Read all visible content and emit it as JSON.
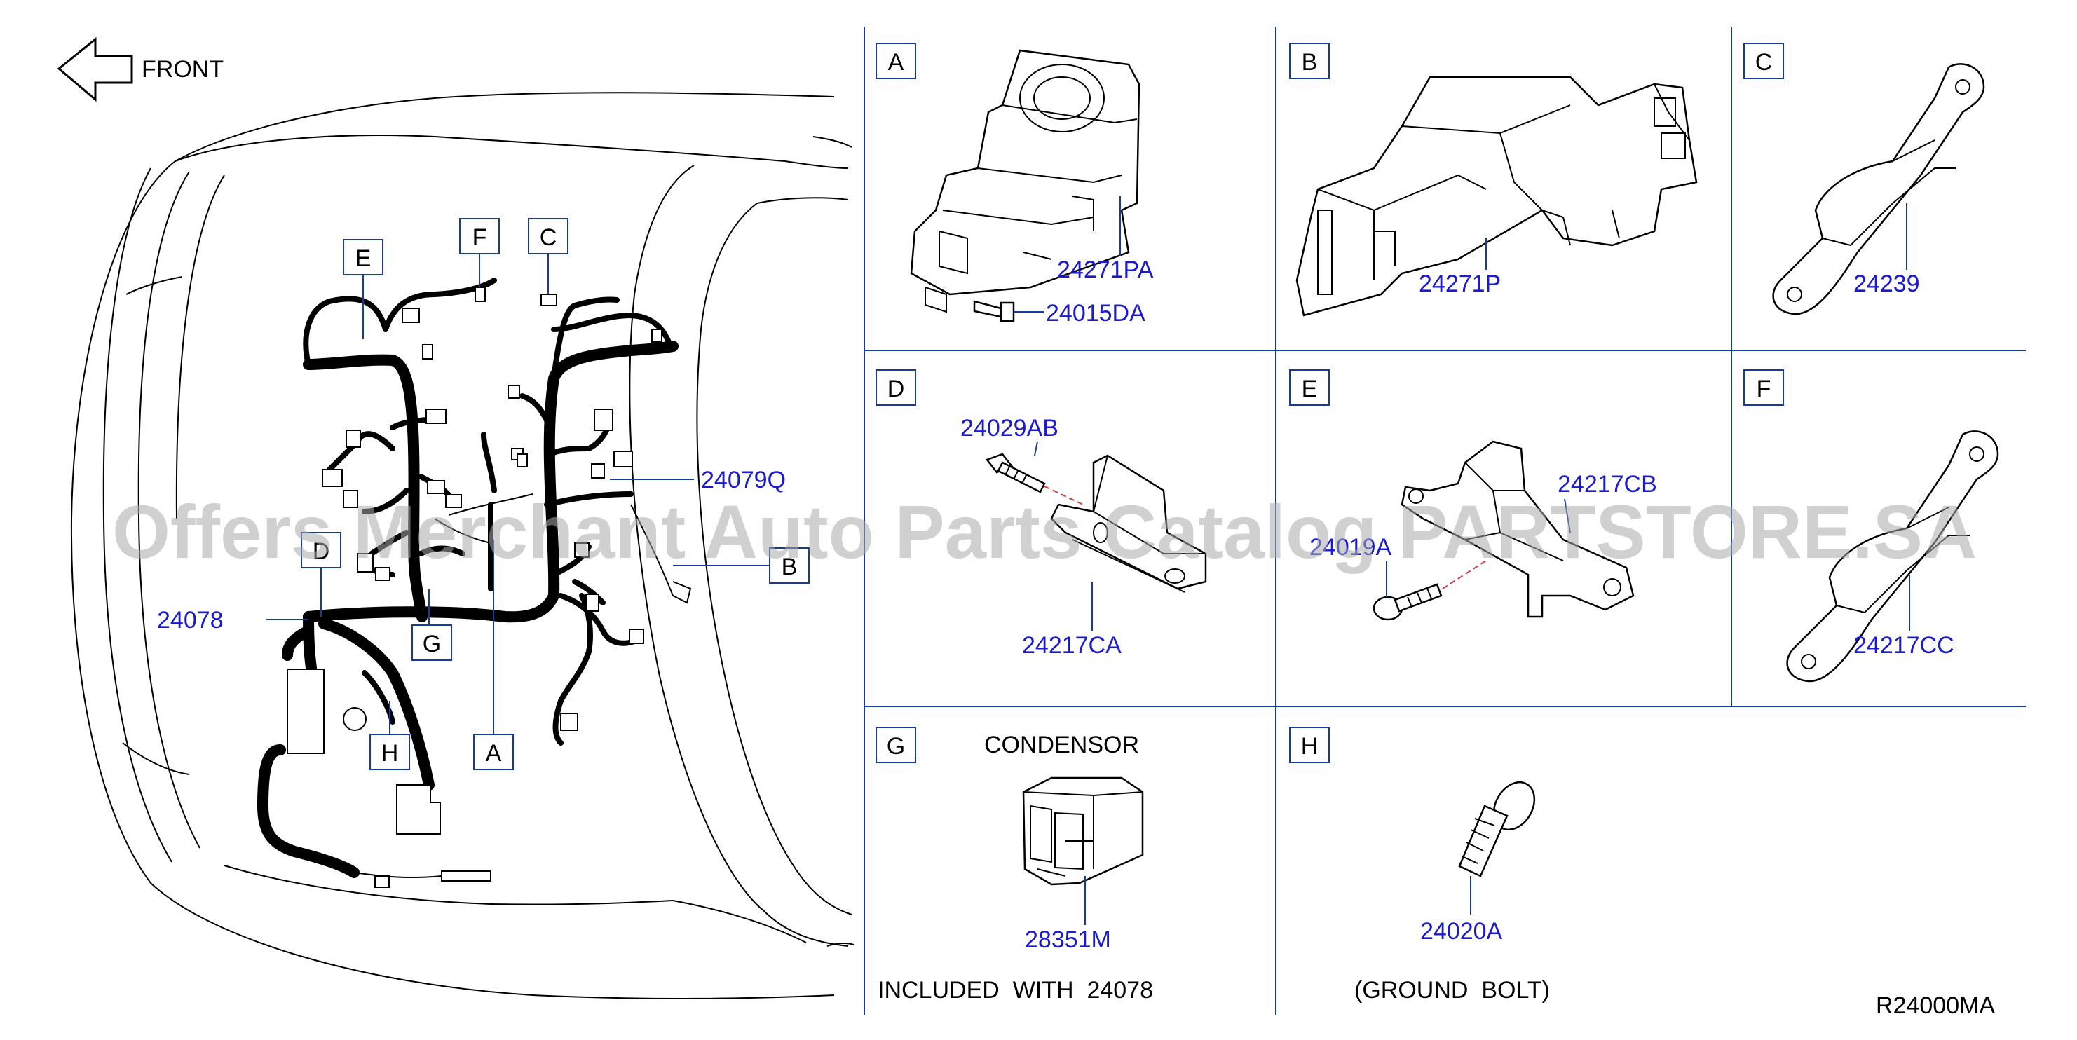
{
  "front_label": "FRONT",
  "watermark": "Offers Merchant Auto Parts Catalog PARTSTORE.SA",
  "diagram_code": "R24000MA",
  "main_view": {
    "callouts": [
      "E",
      "F",
      "C",
      "D",
      "G",
      "H",
      "A",
      "B"
    ],
    "part_numbers": {
      "harness": "24078",
      "sub_harness": "24079Q"
    }
  },
  "panels": [
    {
      "letter": "A",
      "parts": [
        "24271PA",
        "24015DA"
      ]
    },
    {
      "letter": "B",
      "parts": [
        "24271P"
      ]
    },
    {
      "letter": "C",
      "parts": [
        "24239"
      ]
    },
    {
      "letter": "D",
      "parts": [
        "24029AB",
        "24217CA"
      ]
    },
    {
      "letter": "E",
      "parts": [
        "24217CB",
        "24019A"
      ]
    },
    {
      "letter": "F",
      "parts": [
        "24217CC"
      ]
    },
    {
      "letter": "G",
      "title": "CONDENSOR",
      "parts": [
        "28351M"
      ],
      "note": "INCLUDED  WITH  24078"
    },
    {
      "letter": "H",
      "parts": [
        "24020A"
      ],
      "note": "(GROUND  BOLT)"
    }
  ]
}
